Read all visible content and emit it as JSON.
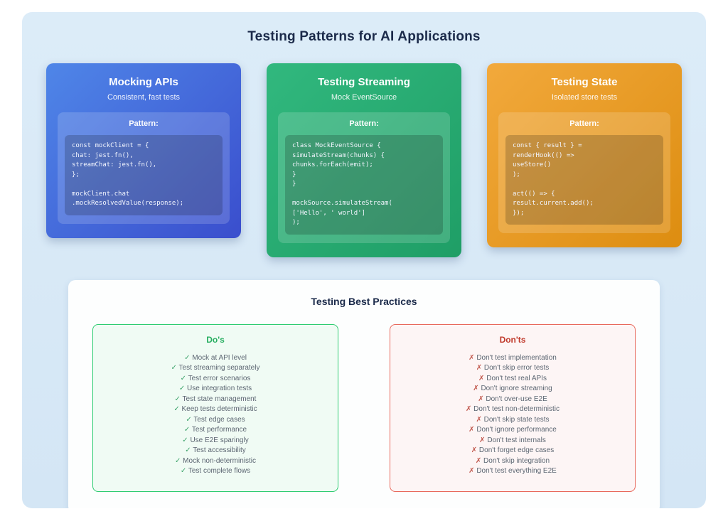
{
  "page": {
    "title": "Testing Patterns for AI Applications"
  },
  "colors": {
    "page_background": "#d8e8f6",
    "title_text": "#1b2a4a",
    "dos_accent": "#27ae60",
    "donts_accent": "#c0392b"
  },
  "cards": [
    {
      "title": "Mocking APIs",
      "subtitle": "Consistent, fast tests",
      "pattern_label": "Pattern:",
      "color_from": "#4f86e8",
      "color_to": "#3a4ecd",
      "code_lines": [
        "const mockClient = {",
        "chat: jest.fn(),",
        "streamChat: jest.fn(),",
        "};",
        "",
        "mockClient.chat",
        ".mockResolvedValue(response);"
      ]
    },
    {
      "title": "Testing Streaming",
      "subtitle": "Mock EventSource",
      "pattern_label": "Pattern:",
      "color_from": "#31b87e",
      "color_to": "#1f9e66",
      "code_lines": [
        "class MockEventSource {",
        "simulateStream(chunks) {",
        "chunks.forEach(emit);",
        "}",
        "}",
        "",
        "mockSource.simulateStream(",
        "['Hello', ' world']",
        ");"
      ]
    },
    {
      "title": "Testing State",
      "subtitle": "Isolated store tests",
      "pattern_label": "Pattern:",
      "color_from": "#f2a93c",
      "color_to": "#dd8d10",
      "code_lines": [
        "const { result } =",
        "renderHook(() =>",
        "useStore()",
        ");",
        "",
        "act(() => {",
        "result.current.add();",
        "});"
      ]
    }
  ],
  "best_practices": {
    "title": "Testing Best Practices",
    "dos": {
      "title": "Do's",
      "items": [
        {
          "mark": "✓",
          "text": "Mock at API level"
        },
        {
          "mark": "✓",
          "text": "Test streaming separately"
        },
        {
          "mark": "✓",
          "text": "Test error scenarios"
        },
        {
          "mark": "✓",
          "text": "Use integration tests"
        },
        {
          "mark": "✓",
          "text": "Test state management"
        },
        {
          "mark": "✓",
          "text": "Keep tests deterministic"
        },
        {
          "mark": "✓",
          "text": "Test edge cases"
        },
        {
          "mark": "✓",
          "text": "Test performance"
        },
        {
          "mark": "✓",
          "text": "Use E2E sparingly"
        },
        {
          "mark": "✓",
          "text": "Test accessibility"
        },
        {
          "mark": "✓",
          "text": "Mock non-deterministic"
        },
        {
          "mark": "✓",
          "text": "Test complete flows"
        }
      ]
    },
    "donts": {
      "title": "Don'ts",
      "items": [
        {
          "mark": "✗",
          "text": "Don't test implementation"
        },
        {
          "mark": "✗",
          "text": "Don't skip error tests"
        },
        {
          "mark": "✗",
          "text": "Don't test real APIs"
        },
        {
          "mark": "✗",
          "text": "Don't ignore streaming"
        },
        {
          "mark": "✗",
          "text": "Don't over-use E2E"
        },
        {
          "mark": "✗",
          "text": "Don't test non-deterministic"
        },
        {
          "mark": "✗",
          "text": "Don't skip state tests"
        },
        {
          "mark": "✗",
          "text": "Don't ignore performance"
        },
        {
          "mark": "✗",
          "text": "Don't test internals"
        },
        {
          "mark": "✗",
          "text": "Don't forget edge cases"
        },
        {
          "mark": "✗",
          "text": "Don't skip integration"
        },
        {
          "mark": "✗",
          "text": "Don't test everything E2E"
        }
      ]
    }
  }
}
